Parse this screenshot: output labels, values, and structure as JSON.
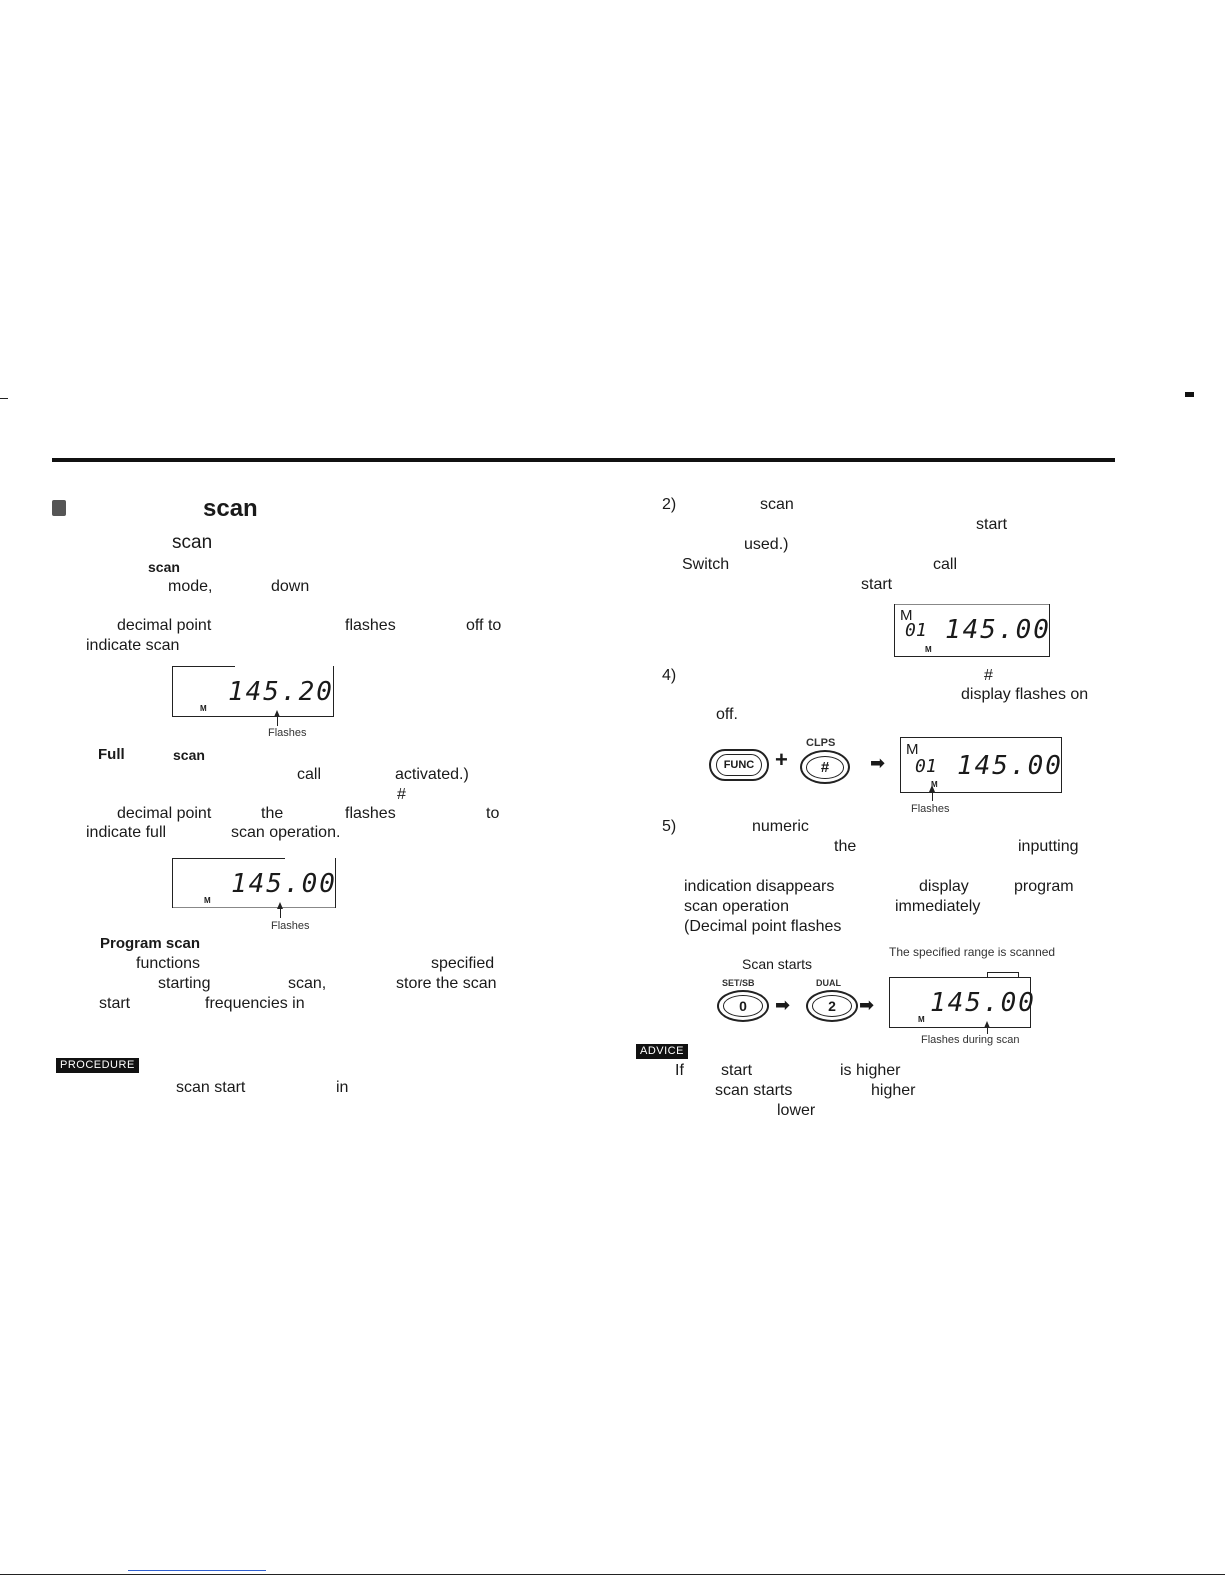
{
  "left": {
    "heading": "scan",
    "l1": "scan",
    "l2": "scan",
    "l3a": "mode,",
    "l3b": "down",
    "l4a": "decimal point",
    "l4b": "flashes",
    "l4c": "off to",
    "l5": "indicate scan",
    "lcd1_freq": "145.20",
    "lcd1_m": "M",
    "lcd1_caption": "Flashes",
    "full_a": "Full",
    "full_b": "scan",
    "l6a": "call",
    "l6b": "activated.)",
    "l7": "#",
    "l8a": "decimal point",
    "l8b": "the",
    "l8c": "flashes",
    "l8d": "to",
    "l9a": "indicate full",
    "l9b": "scan operation.",
    "lcd2_freq": "145.00",
    "lcd2_m": "M",
    "lcd2_caption": "Flashes",
    "prog_heading": "Program scan",
    "l10a": "functions",
    "l10b": "specified",
    "l11a": "starting",
    "l11b": "scan,",
    "l11c": "store the scan",
    "l12a": "start",
    "l12b": "frequencies in",
    "procedure_tag": "PROCEDURE",
    "l13a": "scan start",
    "l13b": "in"
  },
  "right": {
    "s2_num": "2)",
    "s2a": "scan",
    "s2b": "start",
    "s2c": "used.)",
    "s2d": "Switch",
    "s2e": "call",
    "s2f": "start",
    "lcd3_ch": "01",
    "lcd3_freq": "145.00",
    "lcd3_M": "M",
    "lcd3_m": "M",
    "s4_num": "4)",
    "s4a": "#",
    "s4b": "display flashes on",
    "s4c": "off.",
    "key_func": "FUNC",
    "key_plus": "+",
    "key_clps_label": "CLPS",
    "key_hash": "#",
    "arrow": "➡",
    "lcd4_ch": "01",
    "lcd4_freq": "145.00",
    "lcd4_M": "M",
    "lcd4_m": "M",
    "lcd4_caption": "Flashes",
    "s5_num": "5)",
    "s5a": "numeric",
    "s5b": "the",
    "s5c": "inputting",
    "s5d": "indication disappears",
    "s5e": "display",
    "s5f": "program",
    "s5g": "scan operation",
    "s5h": "immediately",
    "s5i": "(Decimal point flashes",
    "scan_starts": "Scan starts",
    "range_note": "The specified range is scanned",
    "key_setsb_label": "SET/SB",
    "key_0": "0",
    "key_dual_label": "DUAL",
    "key_2": "2",
    "lcd5_freq": "145.00",
    "lcd5_m": "M",
    "lcd5_caption": "Flashes during scan",
    "advice_tag": "ADVICE",
    "a1": "If",
    "a2": "start",
    "a3": "is higher",
    "a4": "scan starts",
    "a5": "higher",
    "a6": "lower"
  }
}
